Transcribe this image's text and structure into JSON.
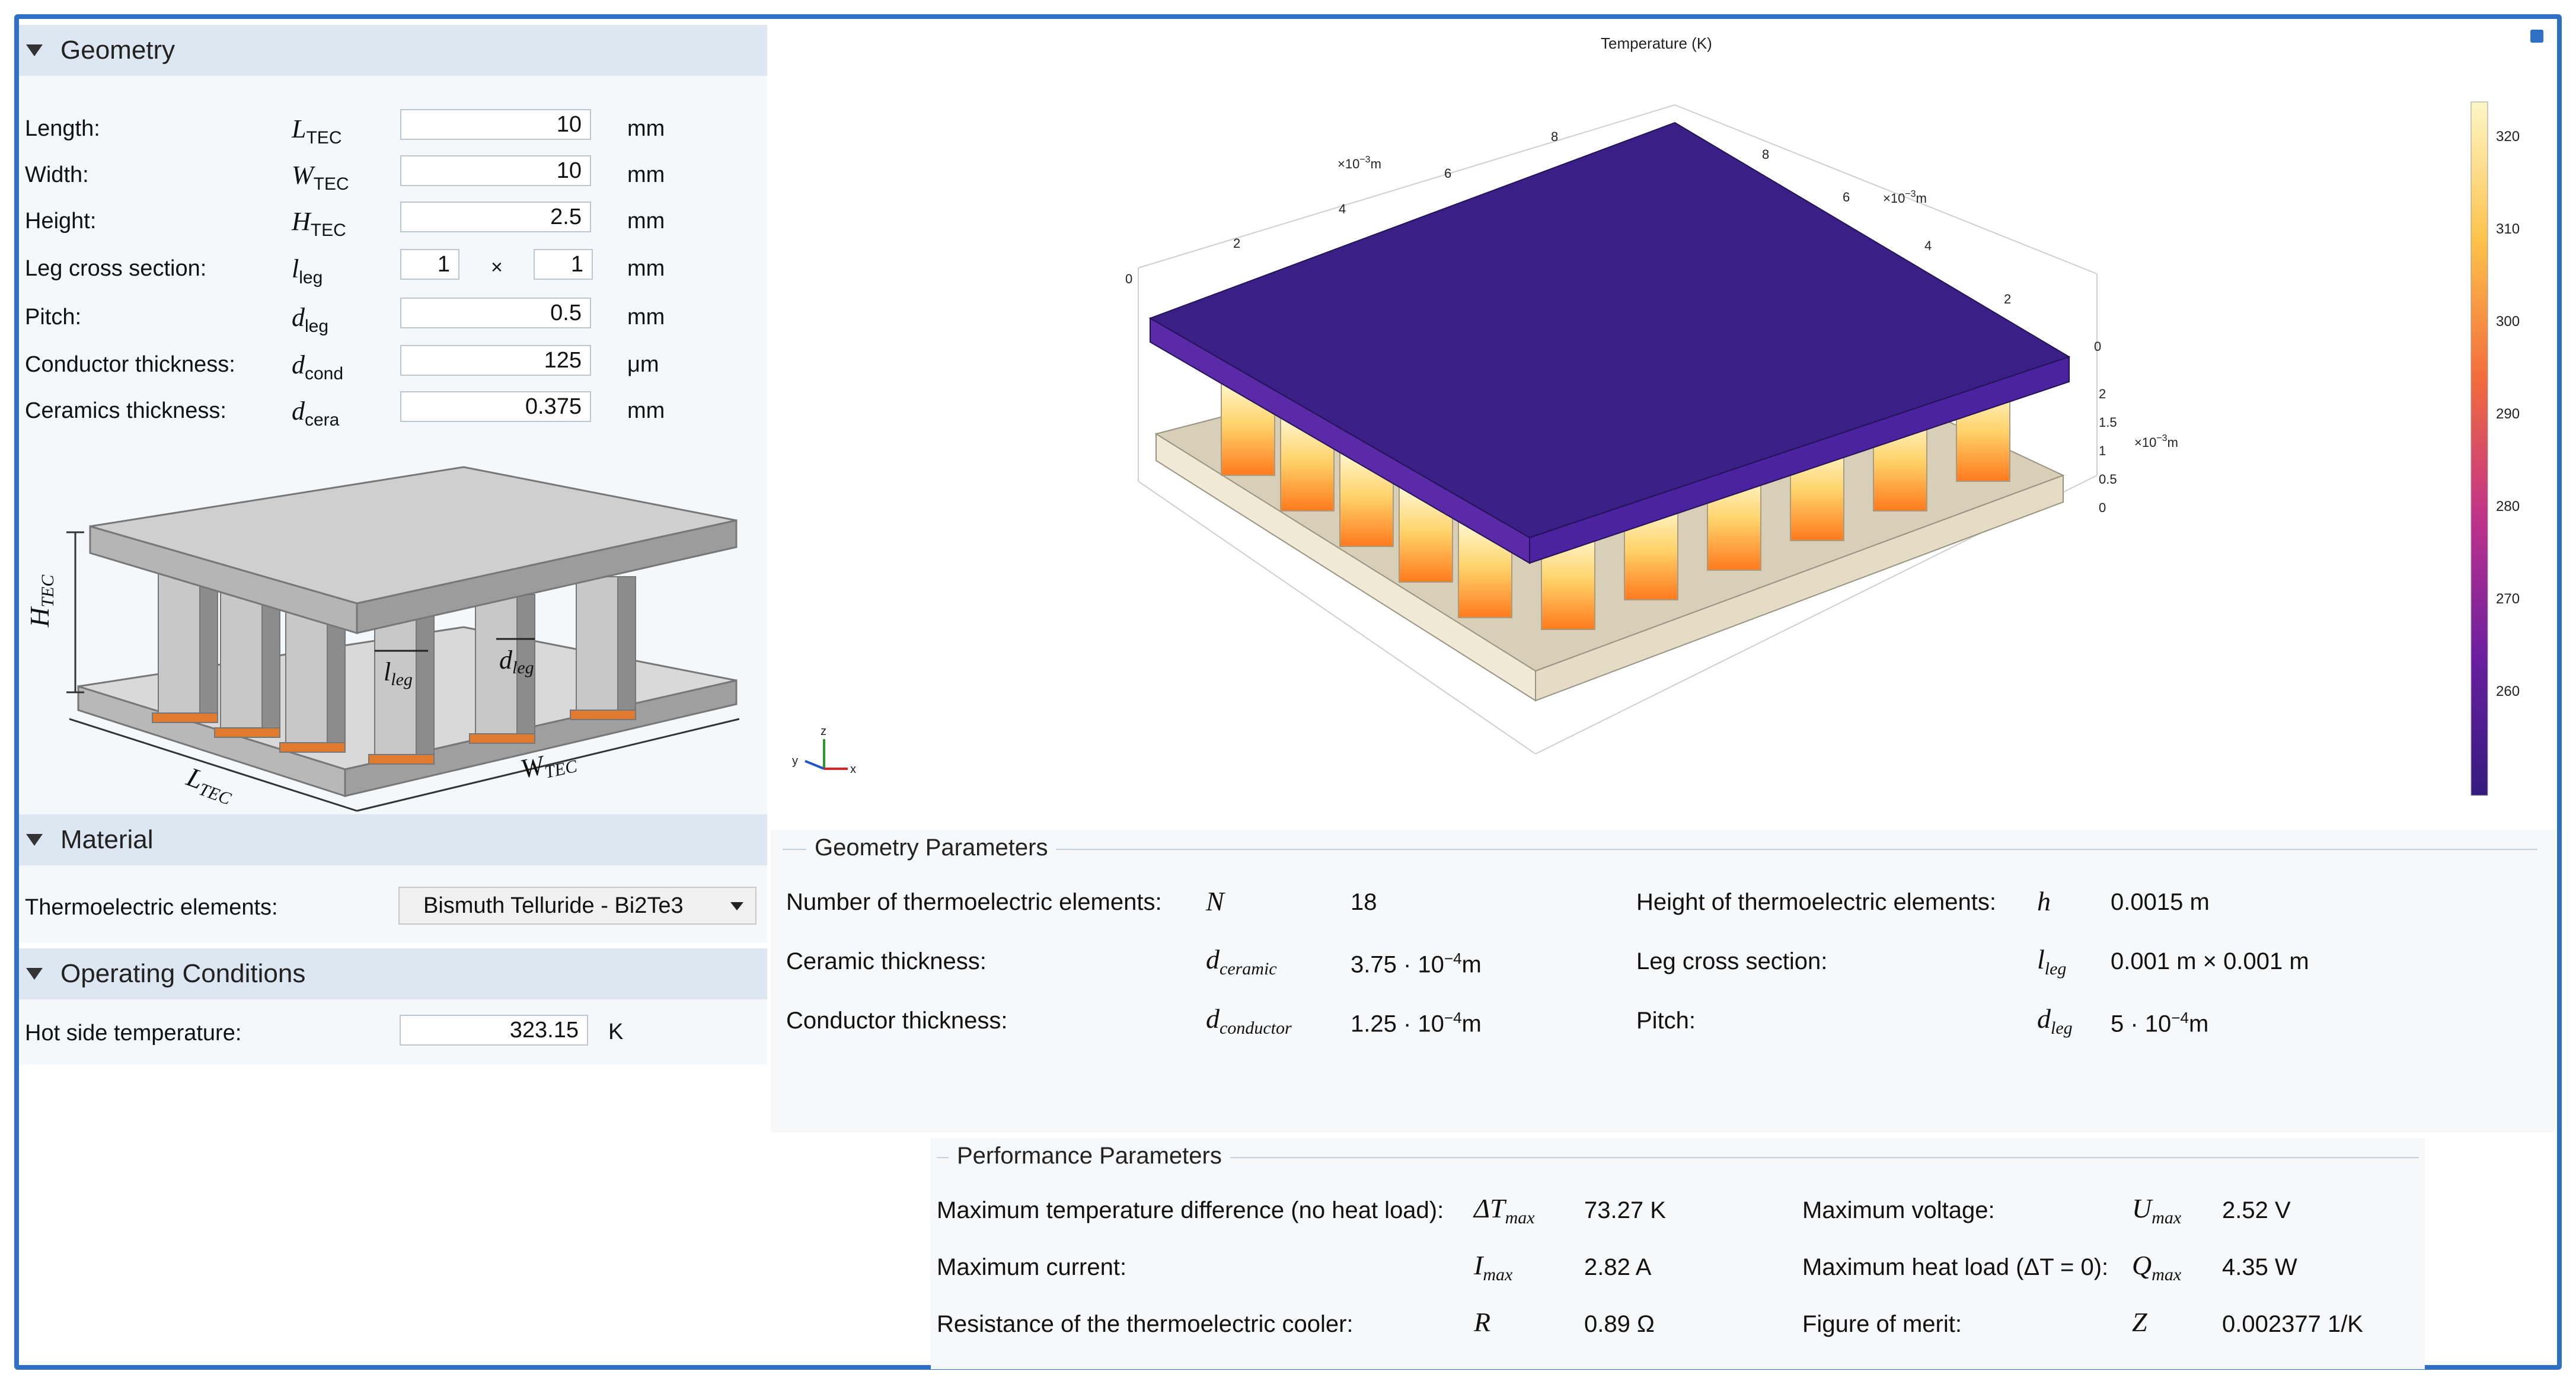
{
  "geometry": {
    "title": "Geometry",
    "rows": [
      {
        "label": "Length:",
        "sym": "L",
        "sub": "TEC",
        "value": "10",
        "unit": "mm"
      },
      {
        "label": "Width:",
        "sym": "W",
        "sub": "TEC",
        "value": "10",
        "unit": "mm"
      },
      {
        "label": "Height:",
        "sym": "H",
        "sub": "TEC",
        "value": "2.5",
        "unit": "mm"
      },
      {
        "label": "Leg cross section:",
        "sym": "l",
        "sub": "leg",
        "value": "1",
        "value2": "1",
        "times": "×",
        "unit": "mm"
      },
      {
        "label": "Pitch:",
        "sym": "d",
        "sub": "leg",
        "value": "0.5",
        "unit": "mm"
      },
      {
        "label": "Conductor thickness:",
        "sym": "d",
        "sub": "cond",
        "value": "125",
        "unit": "μm"
      },
      {
        "label": "Ceramics thickness:",
        "sym": "d",
        "sub": "cera",
        "value": "0.375",
        "unit": "mm"
      }
    ],
    "diagram": {
      "h": "H",
      "h_sub": "TEC",
      "l": "L",
      "l_sub": "TEC",
      "w": "W",
      "w_sub": "TEC",
      "leg": "l",
      "leg_sub": "leg",
      "pitch": "d",
      "pitch_sub": "leg"
    }
  },
  "material": {
    "title": "Material",
    "label": "Thermoelectric elements:",
    "selected": "Bismuth Telluride - Bi2Te3"
  },
  "operating": {
    "title": "Operating Conditions",
    "label": "Hot side temperature:",
    "value": "323.15",
    "unit": "K"
  },
  "plot": {
    "title": "Temperature (K)",
    "colorbar_ticks": [
      "320",
      "310",
      "300",
      "290",
      "280",
      "270",
      "260"
    ],
    "axis_scale": "×10",
    "axis_exp": "−3",
    "axis_unit": "m",
    "x_ticks": [
      "0",
      "2",
      "4",
      "6",
      "8"
    ],
    "y_ticks": [
      "8",
      "6",
      "4",
      "2",
      "0"
    ],
    "z_ticks": [
      "2",
      "1.5",
      "1",
      "0.5",
      "0"
    ],
    "triad": {
      "x": "x",
      "y": "y",
      "z": "z"
    }
  },
  "geometry_params": {
    "title": "Geometry Parameters",
    "items": [
      {
        "label": "Number of thermoelectric elements:",
        "sym": "N",
        "sub": "",
        "value": "18",
        "exp": "",
        "unit": ""
      },
      {
        "label": "Ceramic thickness:",
        "sym": "d",
        "sub": "ceramic",
        "value": "3.75 · 10",
        "exp": "−4",
        "unit": "m"
      },
      {
        "label": "Conductor thickness:",
        "sym": "d",
        "sub": "conductor",
        "value": "1.25 · 10",
        "exp": "−4",
        "unit": "m"
      },
      {
        "label": "Height of thermoelectric elements:",
        "sym": "h",
        "sub": "",
        "value": "0.0015 m",
        "exp": "",
        "unit": ""
      },
      {
        "label": "Leg cross section:",
        "sym": "l",
        "sub": "leg",
        "value": "0.001 m × 0.001 m",
        "exp": "",
        "unit": ""
      },
      {
        "label": "Pitch:",
        "sym": "d",
        "sub": "leg",
        "value": "5 · 10",
        "exp": "−4",
        "unit": "m"
      }
    ]
  },
  "performance_params": {
    "title": "Performance Parameters",
    "items": [
      {
        "label": "Maximum temperature difference (no heat load):",
        "sym": "ΔT",
        "sub": "max",
        "value": "73.27 K"
      },
      {
        "label": "Maximum current:",
        "sym": "I",
        "sub": "max",
        "value": "2.82 A"
      },
      {
        "label": "Resistance of the thermoelectric cooler:",
        "sym": "R",
        "sub": "",
        "value": "0.89 Ω"
      },
      {
        "label": "Maximum voltage:",
        "sym": "U",
        "sub": "max",
        "value": "2.52 V"
      },
      {
        "label": "Maximum heat load (ΔT = 0):",
        "sym": "Q",
        "sub": "max",
        "value": "4.35 W"
      },
      {
        "label": "Figure of merit:",
        "sym": "Z",
        "sub": "",
        "value": "0.002377 1/K"
      }
    ]
  }
}
